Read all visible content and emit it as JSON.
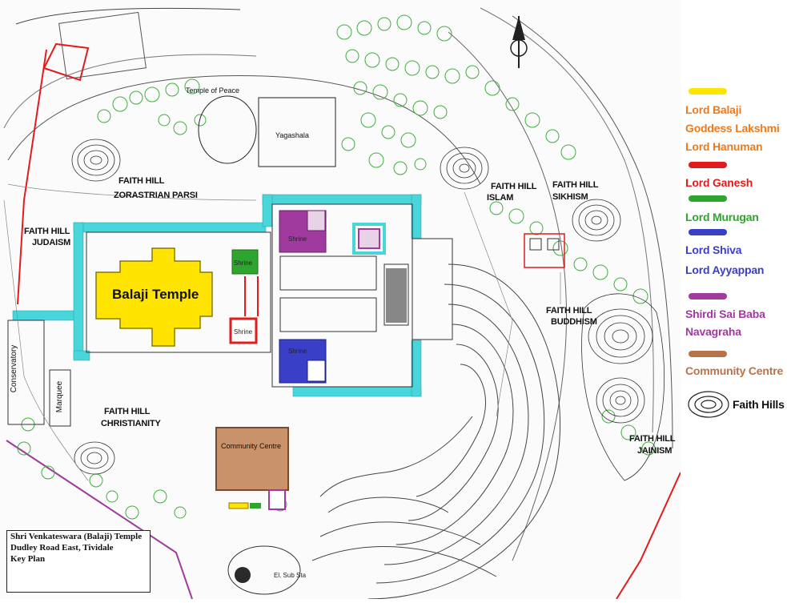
{
  "legend": {
    "items": [
      {
        "label": "Lord Balaji",
        "color": "#f07a1a",
        "swatch": "#ffe400"
      },
      {
        "label": "Goddess Lakshmi",
        "color": "#f07a1a",
        "swatch": null
      },
      {
        "label": "Lord Hanuman",
        "color": "#f07a1a",
        "swatch": null
      },
      {
        "label": "Lord Ganesh",
        "color": "#e21c1c",
        "swatch": "#e21c1c"
      },
      {
        "label": "Lord Murugan",
        "color": "#2ea52e",
        "swatch": "#2ea52e"
      },
      {
        "label": "Lord Shiva",
        "color": "#3a3fc8",
        "swatch": "#3a3fc8"
      },
      {
        "label": "Lord Ayyappan",
        "color": "#3a3fc8",
        "swatch": null
      },
      {
        "label": "Shirdi Sai Baba",
        "color": "#a03a9e",
        "swatch": "#a03a9e"
      },
      {
        "label": "Navagraha",
        "color": "#a03a9e",
        "swatch": null
      },
      {
        "label": "Community Centre",
        "color": "#b8734a",
        "swatch": "#b8734a"
      }
    ],
    "faith_hills_label": "Faith Hills"
  },
  "map": {
    "temple_of_peace": "Temple of Peace",
    "yagashala": "Yagashala",
    "faith_hill_zoroastrian": "FAITH HILL",
    "zoroastrian_parsi": "ZORASTRIAN PARSI",
    "faith_hill_judaism_1": "FAITH HILL",
    "faith_hill_judaism_2": "JUDAISM",
    "faith_hill_islam_1": "FAITH HILL",
    "faith_hill_islam_2": "ISLAM",
    "faith_hill_sikhism_1": "FAITH HILL",
    "faith_hill_sikhism_2": "SIKHISM",
    "faith_hill_buddhism_1": "FAITH HILL",
    "faith_hill_buddhism_2": "BUDDHISM",
    "faith_hill_christianity_1": "FAITH HILL",
    "faith_hill_christianity_2": "CHRISTIANITY",
    "faith_hill_jainism_1": "FAITH HILL",
    "faith_hill_jainism_2": "JAINISM",
    "balaji_temple": "Balaji Temple",
    "community_centre": "Community Centre",
    "conservatory": "Conservatory",
    "marquee": "Marquee",
    "shrine_1": "Shrine",
    "shrine_2": "Shrine",
    "shrine_3": "Shrine",
    "shrine_4": "Shrine",
    "el_sub_sta": "El. Sub Sta"
  },
  "key_plan": {
    "line1": "Shri Venkateswara (Balaji) Temple",
    "line2": "Dudley Road East, Tividale",
    "line3": "Key Plan"
  },
  "colors": {
    "cyan_path": "#49d6db",
    "tree_green": "#3fae3f",
    "balaji_yellow": "#ffe400",
    "community_brown": "#b8734a",
    "boundary_red": "#e21c1c",
    "boundary_purple": "#a03a9e"
  }
}
